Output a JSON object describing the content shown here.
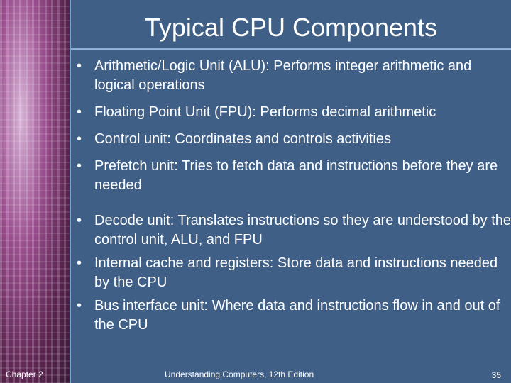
{
  "slide": {
    "title": "Typical CPU Components",
    "bullets": [
      {
        "text": "Arithmetic/Logic Unit (ALU): Performs integer arithmetic and logical operations"
      },
      {
        "text": "Floating Point Unit (FPU): Performs decimal arithmetic"
      },
      {
        "text": "Control unit: Coordinates and controls activities"
      },
      {
        "text": "Prefetch unit: Tries to fetch data and instructions before they are needed"
      },
      {
        "text": "Decode unit: Translates instructions so they are understood by the control unit, ALU, and FPU"
      },
      {
        "text": "Internal cache and registers: Store data and instructions needed by the CPU"
      },
      {
        "text": "Bus interface unit: Where data and instructions flow in and out of the CPU"
      }
    ],
    "bullet_symbol": "•"
  },
  "footer": {
    "chapter": "Chapter 2",
    "book": "Understanding Computers, 12th Edition",
    "page": "35"
  },
  "colors": {
    "background": "#3f5f86",
    "text": "#ffffff",
    "accent_art": "#9b4f8f"
  }
}
